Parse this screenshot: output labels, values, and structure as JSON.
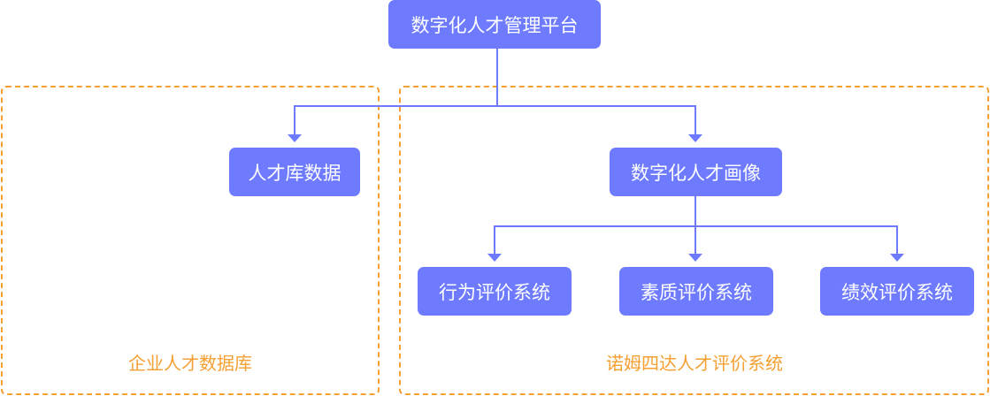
{
  "colors": {
    "node_fill": "#6e7bff",
    "node_text": "#ffffff",
    "connector": "#6e7bff",
    "group_border": "#f5a033",
    "group_label": "#f5a033"
  },
  "nodes": {
    "root": "数字化人才管理平台",
    "talent_db": "人才库数据",
    "portrait": "数字化人才画像",
    "behavior": "行为评价系统",
    "quality": "素质评价系统",
    "performance": "绩效评价系统"
  },
  "groups": {
    "left": "企业人才数据库",
    "right": "诺姆四达人才评价系统"
  },
  "edges": [
    {
      "from": "root",
      "to": "talent_db"
    },
    {
      "from": "root",
      "to": "portrait"
    },
    {
      "from": "portrait",
      "to": "behavior"
    },
    {
      "from": "portrait",
      "to": "quality"
    },
    {
      "from": "portrait",
      "to": "performance"
    }
  ]
}
